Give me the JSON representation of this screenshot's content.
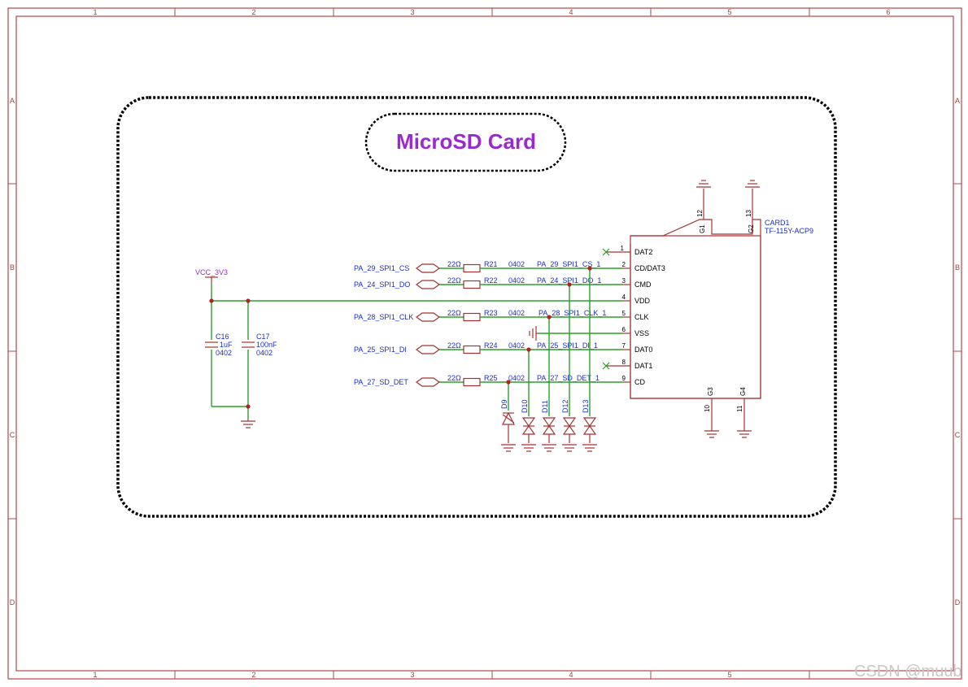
{
  "title": "MicroSD Card",
  "zones": {
    "columns": [
      "1",
      "2",
      "3",
      "4",
      "5",
      "6"
    ],
    "rows": [
      "A",
      "B",
      "C",
      "D"
    ]
  },
  "power": {
    "vcc_label": "VCC_3V3"
  },
  "capacitors": [
    {
      "ref": "C16",
      "value": "1uF",
      "package": "0402"
    },
    {
      "ref": "C17",
      "value": "100nF",
      "package": "0402"
    }
  ],
  "signals": [
    {
      "net": "PA_29_SPI1_CS",
      "res_value": "22Ω",
      "res_ref": "R21",
      "package": "0402",
      "net_out": "PA_29_SPI1_CS_1"
    },
    {
      "net": "PA_24_SPI1_DO",
      "res_value": "22Ω",
      "res_ref": "R22",
      "package": "0402",
      "net_out": "PA_24_SPI1_DO_1"
    },
    {
      "net": "PA_28_SPI1_CLK",
      "res_value": "22Ω",
      "res_ref": "R23",
      "package": "0402",
      "net_out": "PA_28_SPI1_CLK_1"
    },
    {
      "net": "PA_25_SPI1_DI",
      "res_value": "22Ω",
      "res_ref": "R24",
      "package": "0402",
      "net_out": "PA_25_SPI1_DI_1"
    },
    {
      "net": "PA_27_SD_DET",
      "res_value": "22Ω",
      "res_ref": "R25",
      "package": "0402",
      "net_out": "PA_27_SD_DET_1"
    }
  ],
  "diodes": [
    "D9",
    "D10",
    "D11",
    "D12",
    "D13"
  ],
  "connector": {
    "ref": "CARD1",
    "part": "TF-115Y-ACP9",
    "pins": [
      {
        "num": "1",
        "name": "DAT2"
      },
      {
        "num": "2",
        "name": "CD/DAT3"
      },
      {
        "num": "3",
        "name": "CMD"
      },
      {
        "num": "4",
        "name": "VDD"
      },
      {
        "num": "5",
        "name": "CLK"
      },
      {
        "num": "6",
        "name": "VSS"
      },
      {
        "num": "7",
        "name": "DAT0"
      },
      {
        "num": "8",
        "name": "DAT1"
      },
      {
        "num": "9",
        "name": "CD"
      }
    ],
    "shield_top": [
      {
        "name": "G1",
        "num": "12"
      },
      {
        "name": "G2",
        "num": "13"
      }
    ],
    "shield_bottom": [
      {
        "name": "G3",
        "num": "10"
      },
      {
        "name": "G4",
        "num": "11"
      }
    ]
  },
  "watermark": "CSDN @muub"
}
